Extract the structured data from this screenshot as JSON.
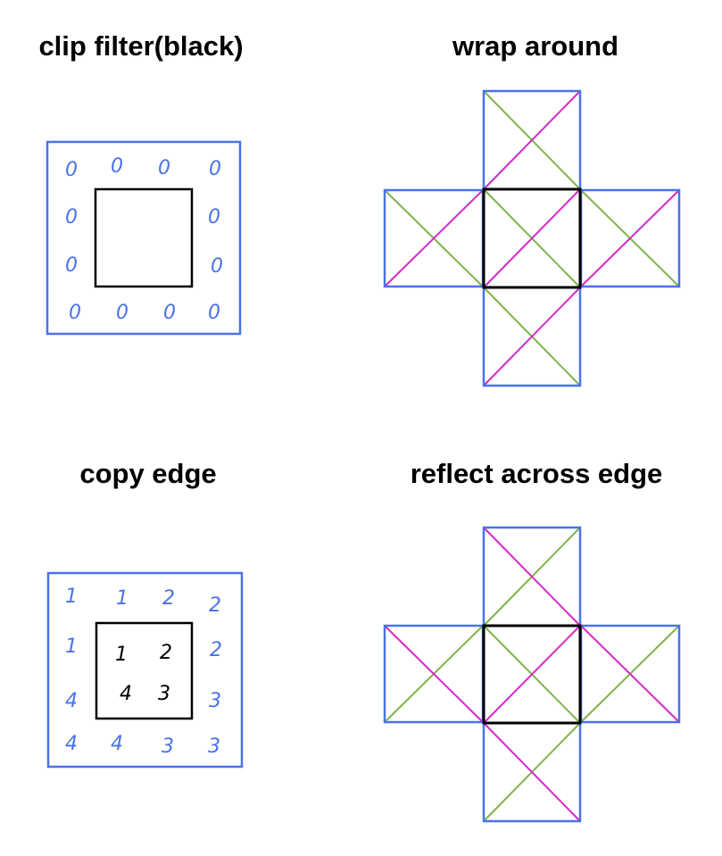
{
  "colors": {
    "blue": "#4a72e8",
    "green": "#7fb44a",
    "magenta": "#d629c6",
    "black": "#000000"
  },
  "panels": {
    "clip": {
      "title": "clip filter(black)",
      "pad_values": [
        "0",
        "0",
        "0",
        "0",
        "0",
        "0",
        "0",
        "0",
        "0",
        "0",
        "0",
        "0"
      ]
    },
    "wrap": {
      "title": "wrap around"
    },
    "copy": {
      "title": "copy edge",
      "inner_values": [
        "1",
        "2",
        "4",
        "3"
      ],
      "pad_values": [
        "1",
        "1",
        "2",
        "2",
        "1",
        "2",
        "4",
        "3",
        "4",
        "4",
        "3",
        "3"
      ]
    },
    "reflect": {
      "title": "reflect across edge"
    }
  }
}
